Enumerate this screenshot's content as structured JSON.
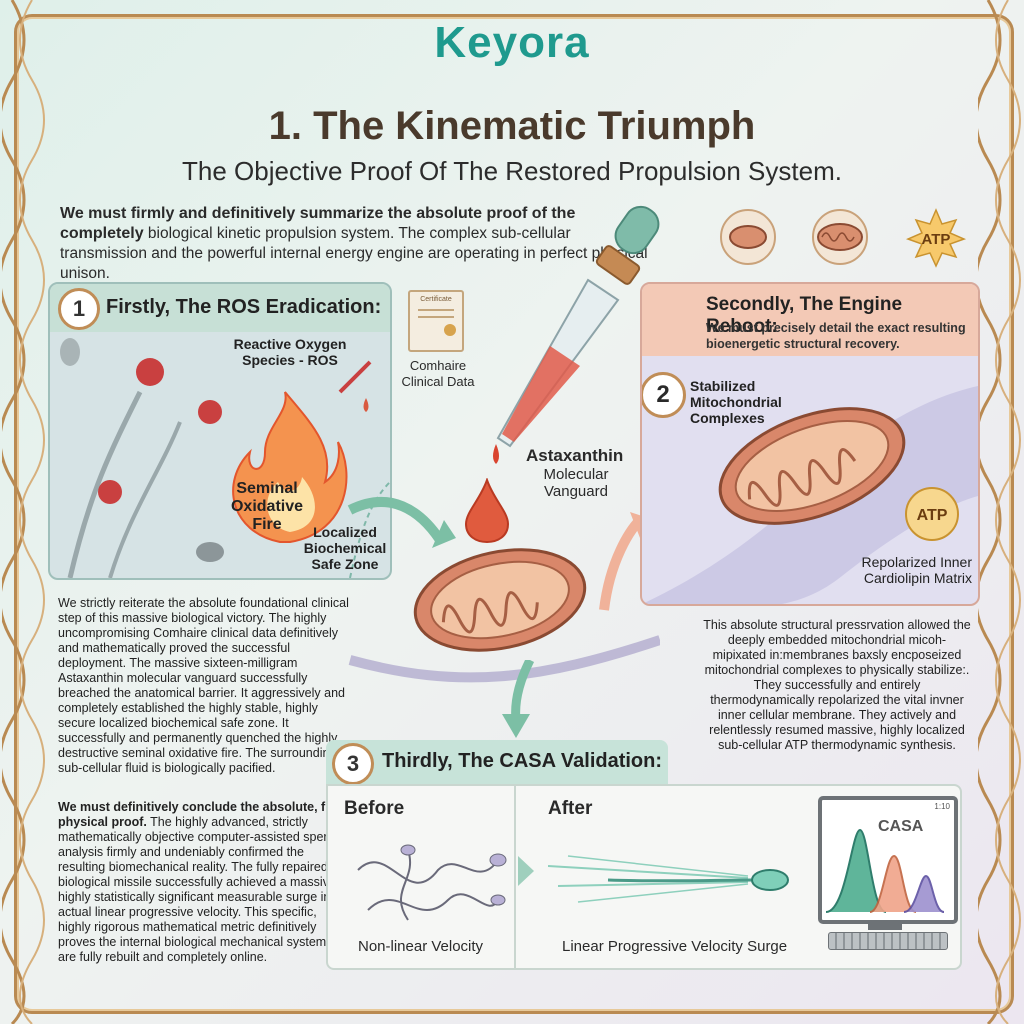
{
  "brand": {
    "logo": "Keyora"
  },
  "header": {
    "title": "1. The Kinematic Triumph",
    "subtitle": "The Objective Proof Of The Restored Propulsion System."
  },
  "intro": {
    "bold": "We must firmly and definitively summarize the absolute proof of the completely",
    "rest": "biological kinetic propulsion system. The complex sub-cellular transmission and the powerful internal energy engine are operating in perfect physical unison."
  },
  "top_icons": {
    "atp": "ATP"
  },
  "section1": {
    "number": "1",
    "title": "Firstly, The ROS Eradication:",
    "ros_label": "Reactive Oxygen Species - ROS",
    "fire_label": "Seminal Oxidative Fire",
    "safe_label": "Localized Biochemical Safe Zone",
    "text_a": "We strictly reiterate the absolute foundational clinical step of this massive biological victory. The highly uncompromising Comhaire clinical data definitively and mathematically proved the successful deployment. The massive sixteen-milligram Astaxanthin molecular vanguard successfully breached the anatomical barrier. It aggressively and completely established the highly stable, highly secure localized biochemical safe zone. It successfully and permanently quenched the highly destructive seminal oxidative fire. The surrounding sub-cellular fluid is biologically pacified.",
    "text_b_bold": "We must definitively conclude the absolute, final physical proof.",
    "text_b": "The highly advanced, strictly mathematically objective computer-assisted sperm analysis firmly and undeniably confirmed the resulting biomechanical reality. The fully repaired biological missile successfully achieved a massive, highly statistically significant measurable surge in actual linear progressive velocity. This specific, highly rigorous mathematical metric definitively proves the internal biological mechanical systems are fully rebuilt and completely online."
  },
  "center": {
    "certificate_header": "Certificate",
    "clinical_label": "Comhaire Clinical Data",
    "astax_bold": "Astaxanthin",
    "astax_rest": "Molecular Vanguard"
  },
  "section2": {
    "number": "2",
    "title": "Secondly, The Engine Reboot:",
    "desc": "We must precisely detail the exact resulting bioenergetic structural recovery.",
    "stab_label": "Stabilized Mitochondrial Complexes",
    "atp": "ATP",
    "repol_label": "Repolarized Inner Cardiolipin Matrix",
    "text": "This absolute structural pressrvation allowed the deeply embedded mitochondrial micoh-mipixated in:membranes baxsly encposeized mitochondrial complexes to physically stabilize:. They successfully and entirely thermodynamically repolarized the vital invner inner cellular membrane. They actively and relentlessly resumed massive, highly localized sub-cellular ATP thermodynamic synthesis."
  },
  "section3": {
    "number": "3",
    "title": "Thirdly, The CASA Validation:",
    "before": "Before",
    "after": "After",
    "nonlinear": "Non-linear Velocity",
    "linear": "Linear Progressive Velocity Surge",
    "casa": "CASA",
    "screen_time": "1:10"
  },
  "colors": {
    "brand": "#1f9a8e",
    "gold": "#c08d57",
    "section1": "#c7e0d6",
    "section2": "#f3c9b6"
  }
}
